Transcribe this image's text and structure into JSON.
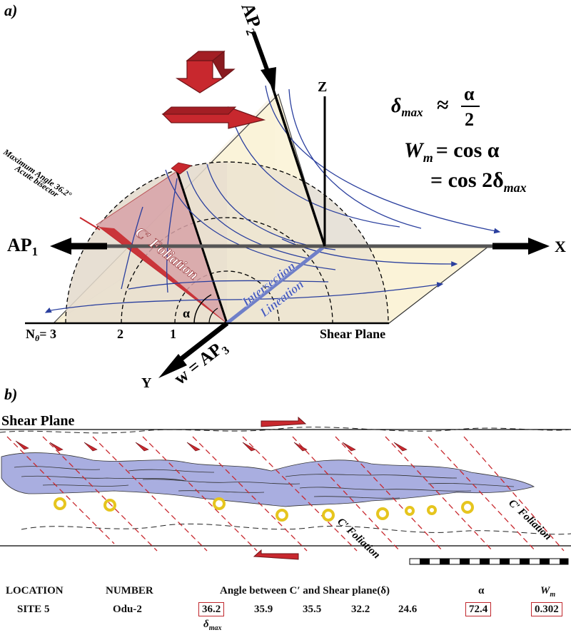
{
  "panel_a": {
    "label": "a)",
    "axes": {
      "ap1": "AP",
      "ap1_sub": "1",
      "ap2": "AP",
      "ap2_sub": "2",
      "x": "X",
      "y": "Y",
      "z": "Z",
      "w_eq": "w = AP",
      "w_sub": "3"
    },
    "eq1_lhs": "δ",
    "eq1_lhs_sub": "max",
    "eq1_approx": "≈",
    "eq1_num": "α",
    "eq1_den": "2",
    "eq2_line1_w": "W",
    "eq2_line1_sub": "m",
    "eq2_line1_rest": "= cos α",
    "eq2_line2_pre": "= cos 2δ",
    "eq2_line2_sub": "max",
    "max_angle_line1": "Maximum Angle 36.2°",
    "max_angle_line2": "Acute bisector",
    "c_foliation": "C′ Foliation",
    "intersection_line1": "Intersection",
    "intersection_line2": "Lineation",
    "alpha": "α",
    "n_label": "N",
    "n_sub": "θ",
    "n_eq": "= 3",
    "tick2": "2",
    "tick1": "1",
    "shear_plane": "Shear Plane"
  },
  "panel_b": {
    "label": "b)",
    "shear_plane": "Shear Plane",
    "c_foliation_1": "C′ Foliation",
    "c_foliation_2": "C′ Foliation"
  },
  "table": {
    "headers": {
      "location": "LOCATION",
      "number": "NUMBER",
      "angle": "Angle between C′ and Shear plane(δ)",
      "alpha": "α",
      "wm": "W",
      "wm_sub": "m"
    },
    "row": {
      "location": "SITE 5",
      "number": "Odu-2",
      "angles": [
        "36.2",
        "35.9",
        "35.5",
        "32.2",
        "24.6"
      ],
      "alpha": "72.4",
      "wm": "0.302"
    },
    "delta_max_label": "δ",
    "delta_max_sub": "max"
  },
  "colors": {
    "arrow_red": "#c8282e",
    "flow_blue": "#2a3f9e",
    "lineation_blue": "#6f7fc8",
    "foliation_fill": "#d8a3a8",
    "plane_fill": "#fbf3d8",
    "sector_fill": "#e6ddcf",
    "rock_fill": "#a9aee0"
  }
}
